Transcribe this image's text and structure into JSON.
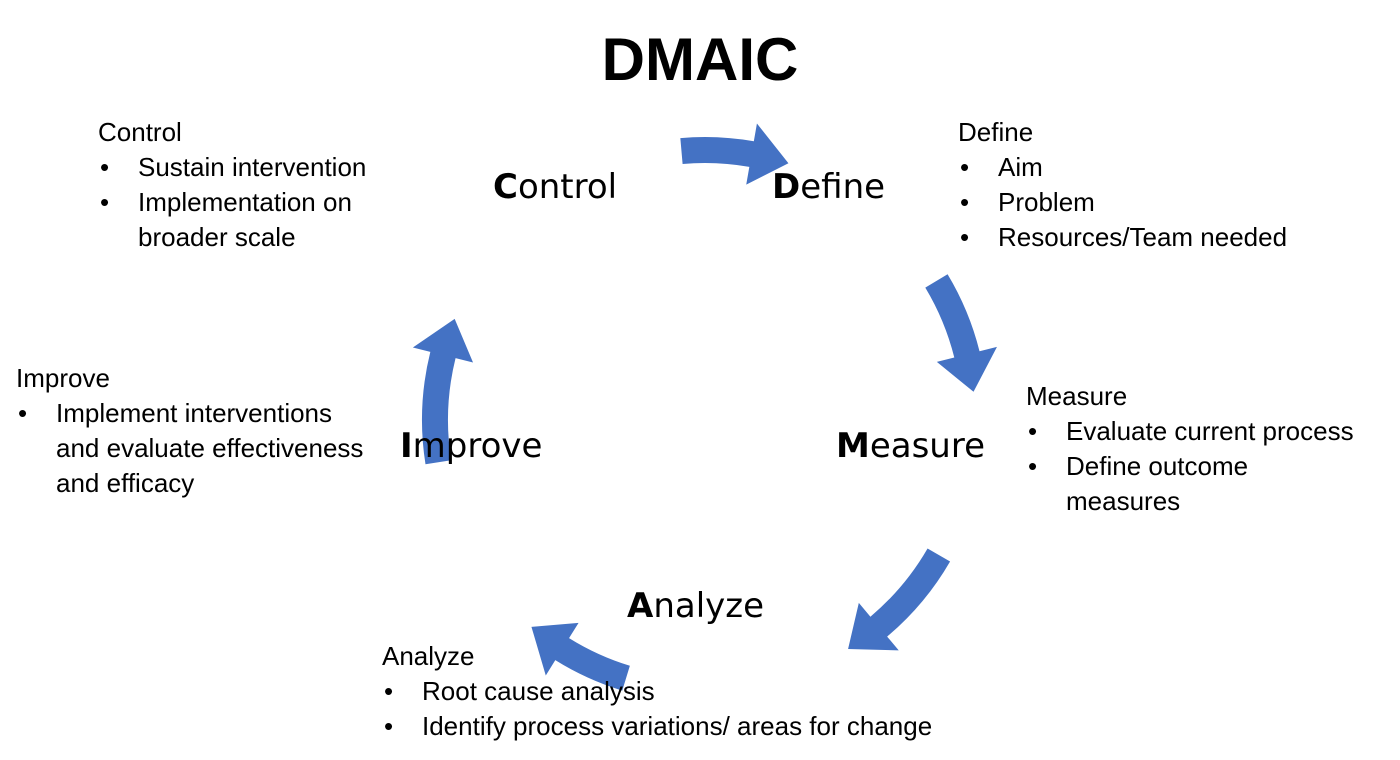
{
  "title": "DMAIC",
  "accent_color": "#4472C4",
  "stages": {
    "define": {
      "first": "D",
      "rest": "efine"
    },
    "measure": {
      "first": "M",
      "rest": "easure"
    },
    "analyze": {
      "first": "A",
      "rest": "nalyze"
    },
    "improve": {
      "first": "I",
      "rest": "mprove"
    },
    "control": {
      "first": "C",
      "rest": "ontrol"
    }
  },
  "notes": {
    "define": {
      "title": "Define",
      "items": [
        "Aim",
        "Problem",
        "Resources/Team needed"
      ]
    },
    "measure": {
      "title": "Measure",
      "items": [
        "Evaluate current process",
        "Define outcome measures"
      ]
    },
    "analyze": {
      "title": "Analyze",
      "items": [
        "Root cause analysis",
        "Identify process variations/ areas for change"
      ]
    },
    "improve": {
      "title": "Improve",
      "items": [
        "Implement interventions and evaluate effectiveness and efficacy"
      ]
    },
    "control": {
      "title": "Control",
      "items": [
        "Sustain intervention",
        "Implementation on broader scale"
      ]
    }
  }
}
